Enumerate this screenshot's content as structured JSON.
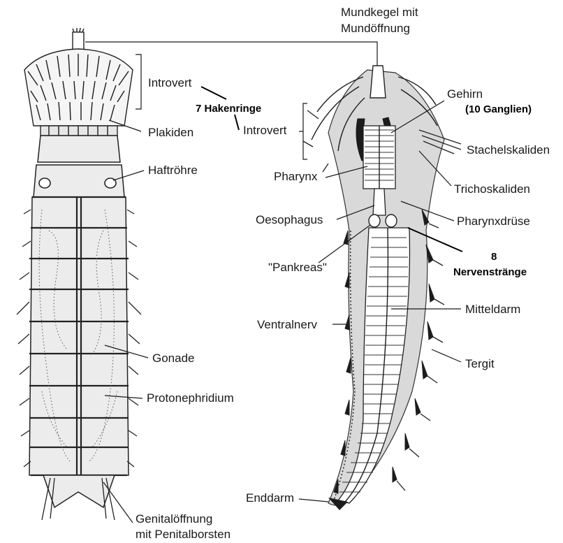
{
  "left_figure": {
    "labels": {
      "introvert": "Introvert",
      "hakenringe": "7 Hakenringe",
      "plakiden": "Plakiden",
      "haftroehre": "Haftröhre",
      "gonade": "Gonade",
      "protonephridium": "Protonephridium",
      "genital_line1": "Genitalöffnung",
      "genital_line2": "mit Penitalborsten"
    }
  },
  "right_figure": {
    "labels": {
      "mundkegel_line1": "Mundkegel mit",
      "mundkegel_line2": "Mundöffnung",
      "introvert": "Introvert",
      "gehirn": "Gehirn",
      "ganglien": "(10 Ganglien)",
      "stachelskaliden": "Stachelskaliden",
      "trichoskaliden": "Trichoskaliden",
      "pharynx": "Pharynx",
      "oesophagus": "Oesophagus",
      "pharynxdruese": "Pharynxdrüse",
      "pankreas": "\"Pankreas\"",
      "nerv_num": "8",
      "nervenstraenge": "Nervenstränge",
      "mitteldarm": "Mitteldarm",
      "ventralnerv": "Ventralnerv",
      "tergit": "Tergit",
      "enddarm": "Enddarm"
    }
  }
}
